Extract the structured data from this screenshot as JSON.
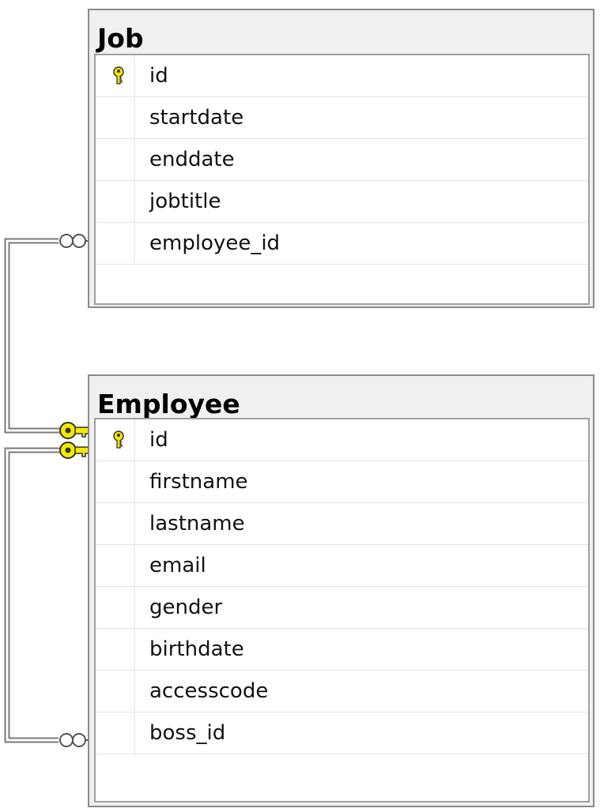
{
  "tables": {
    "job": {
      "title": "Job",
      "columns": [
        {
          "name": "id",
          "primary_key": true
        },
        {
          "name": "startdate",
          "primary_key": false
        },
        {
          "name": "enddate",
          "primary_key": false
        },
        {
          "name": "jobtitle",
          "primary_key": false
        },
        {
          "name": "employee_id",
          "primary_key": false
        }
      ]
    },
    "employee": {
      "title": "Employee",
      "columns": [
        {
          "name": "id",
          "primary_key": true
        },
        {
          "name": "firstname",
          "primary_key": false
        },
        {
          "name": "lastname",
          "primary_key": false
        },
        {
          "name": "email",
          "primary_key": false
        },
        {
          "name": "gender",
          "primary_key": false
        },
        {
          "name": "birthdate",
          "primary_key": false
        },
        {
          "name": "accesscode",
          "primary_key": false
        },
        {
          "name": "boss_id",
          "primary_key": false
        }
      ]
    }
  },
  "relationships": [
    {
      "from_table": "Employee",
      "from_column": "id",
      "from_end": "one",
      "to_table": "Job",
      "to_column": "employee_id",
      "to_end": "many"
    },
    {
      "from_table": "Employee",
      "from_column": "id",
      "from_end": "one",
      "to_table": "Employee",
      "to_column": "boss_id",
      "to_end": "many"
    }
  ],
  "colors": {
    "key_icon": "#f5e900",
    "connector": "#7a7a7a",
    "table_border": "#8a8a8a",
    "title_bar": "#f0f0f0"
  }
}
